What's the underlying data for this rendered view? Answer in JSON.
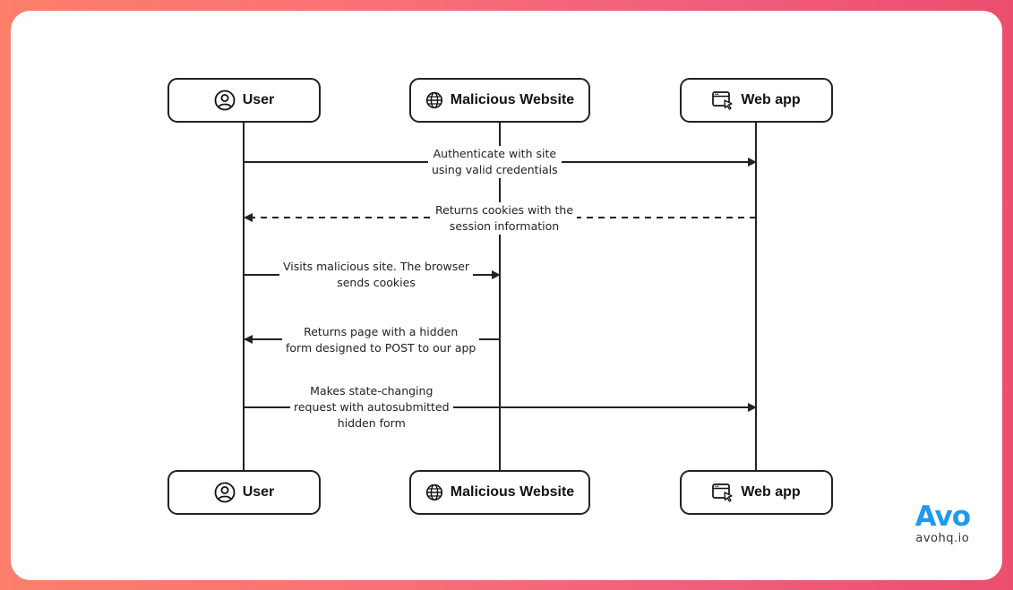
{
  "actors": {
    "user": "User",
    "malicious": "Malicious Website",
    "webapp": "Web app"
  },
  "messages": [
    {
      "from": "User",
      "to": "Web app",
      "style": "solid",
      "text": "Authenticate with site\nusing valid credentials"
    },
    {
      "from": "Web app",
      "to": "User",
      "style": "dashed",
      "text": "Returns cookies with the\nsession information"
    },
    {
      "from": "User",
      "to": "Malicious Website",
      "style": "solid",
      "text": "Visits malicious site. The browser\nsends cookies"
    },
    {
      "from": "Malicious Website",
      "to": "User",
      "style": "solid",
      "text": "Returns page with a hidden\nform designed to POST to our app"
    },
    {
      "from": "User",
      "to": "Web app",
      "style": "solid",
      "text": "Makes state-changing\nrequest with autosubmitted\nhidden form"
    }
  ],
  "icons": {
    "user": "user-circle-icon",
    "malicious": "globe-icon",
    "webapp": "browser-window-icon"
  },
  "brand": {
    "logo_text": "Avo",
    "url": "avohq.io",
    "color": "#1e9bf0"
  }
}
